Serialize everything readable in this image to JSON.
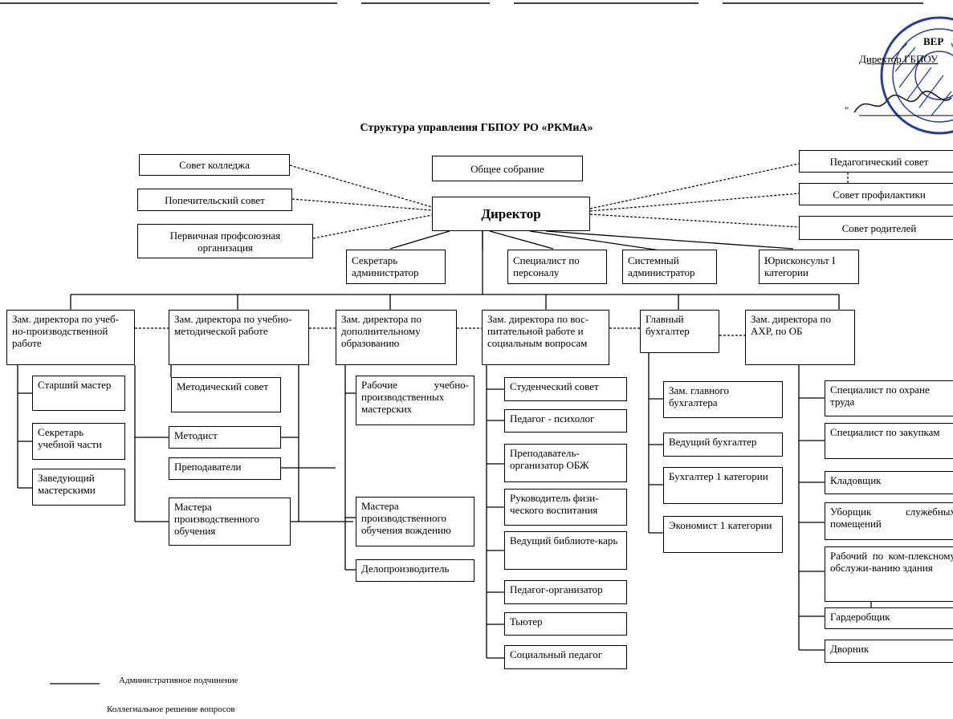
{
  "header": {
    "approve": "ВЕР",
    "director_label": "Директор ГБПОУ",
    "quote": "\""
  },
  "title": "Структура управления ГБПОУ РО «РКМиА»",
  "top": {
    "council_college": "Совет колледжа",
    "general_meeting": "Общее собрание",
    "pedagogical_council": "Педагогический совет",
    "trustees": "Попечительский совет",
    "director": "Директор",
    "prevention_council": "Совет профилактики",
    "trade_union": "Первичная профсоюзная организация",
    "parents_council": "Совет родителей"
  },
  "staff": {
    "secretary": "Секретарь администратор",
    "hr": "Специалист по персоналу",
    "sysadmin": "Системный администратор",
    "lawyer": "Юрисконсульт I категории"
  },
  "deputies": {
    "production": "Зам. директора по учеб-но-производственной работе",
    "methodical": "Зам. директора по учебно-методической работе",
    "additional": "Зам. директора по дополнительному образованию",
    "educational": "Зам. директора по вос-питательной работе и социальным вопросам",
    "accountant": "Главный бухгалтер",
    "ahr": "Зам. директора по АХР, по ОБ"
  },
  "col1": [
    "Старший мастер",
    "Секретарь учебной части",
    "Заведующий мастерскими"
  ],
  "col2": [
    "Методический совет",
    "Методист",
    "Преподаватели",
    "Мастера производственного обучения"
  ],
  "col3": [
    "Рабочие учебно-производственных мастерских",
    "Мастера производственного обучения вождению",
    "Делопроизводитель"
  ],
  "col4": [
    "Студенческий совет",
    "Педагог - психолог",
    "Преподаватель-организатор ОБЖ",
    "Руководитель физи-ческого воспитания",
    "Ведущий библиоте-карь",
    "Педагог-организатор",
    "Тьютер",
    "Социальный педагог"
  ],
  "col5": [
    "Зам. главного бухгалтера",
    "Ведущий бухгалтер",
    "Бухгалтер 1 категории",
    "Экономист 1 категории"
  ],
  "col6": [
    "Специалист по охране труда",
    "Специалист по закупкам",
    "Кладовщик",
    "Уборщик служебных помещений",
    "Рабочий по ком-плексному обслужи-ванию здания",
    "Гардеробщик",
    "Дворник"
  ],
  "legend": {
    "admin": "Административное подчинение",
    "collegial": "Коллегиальное решение вопросов"
  }
}
